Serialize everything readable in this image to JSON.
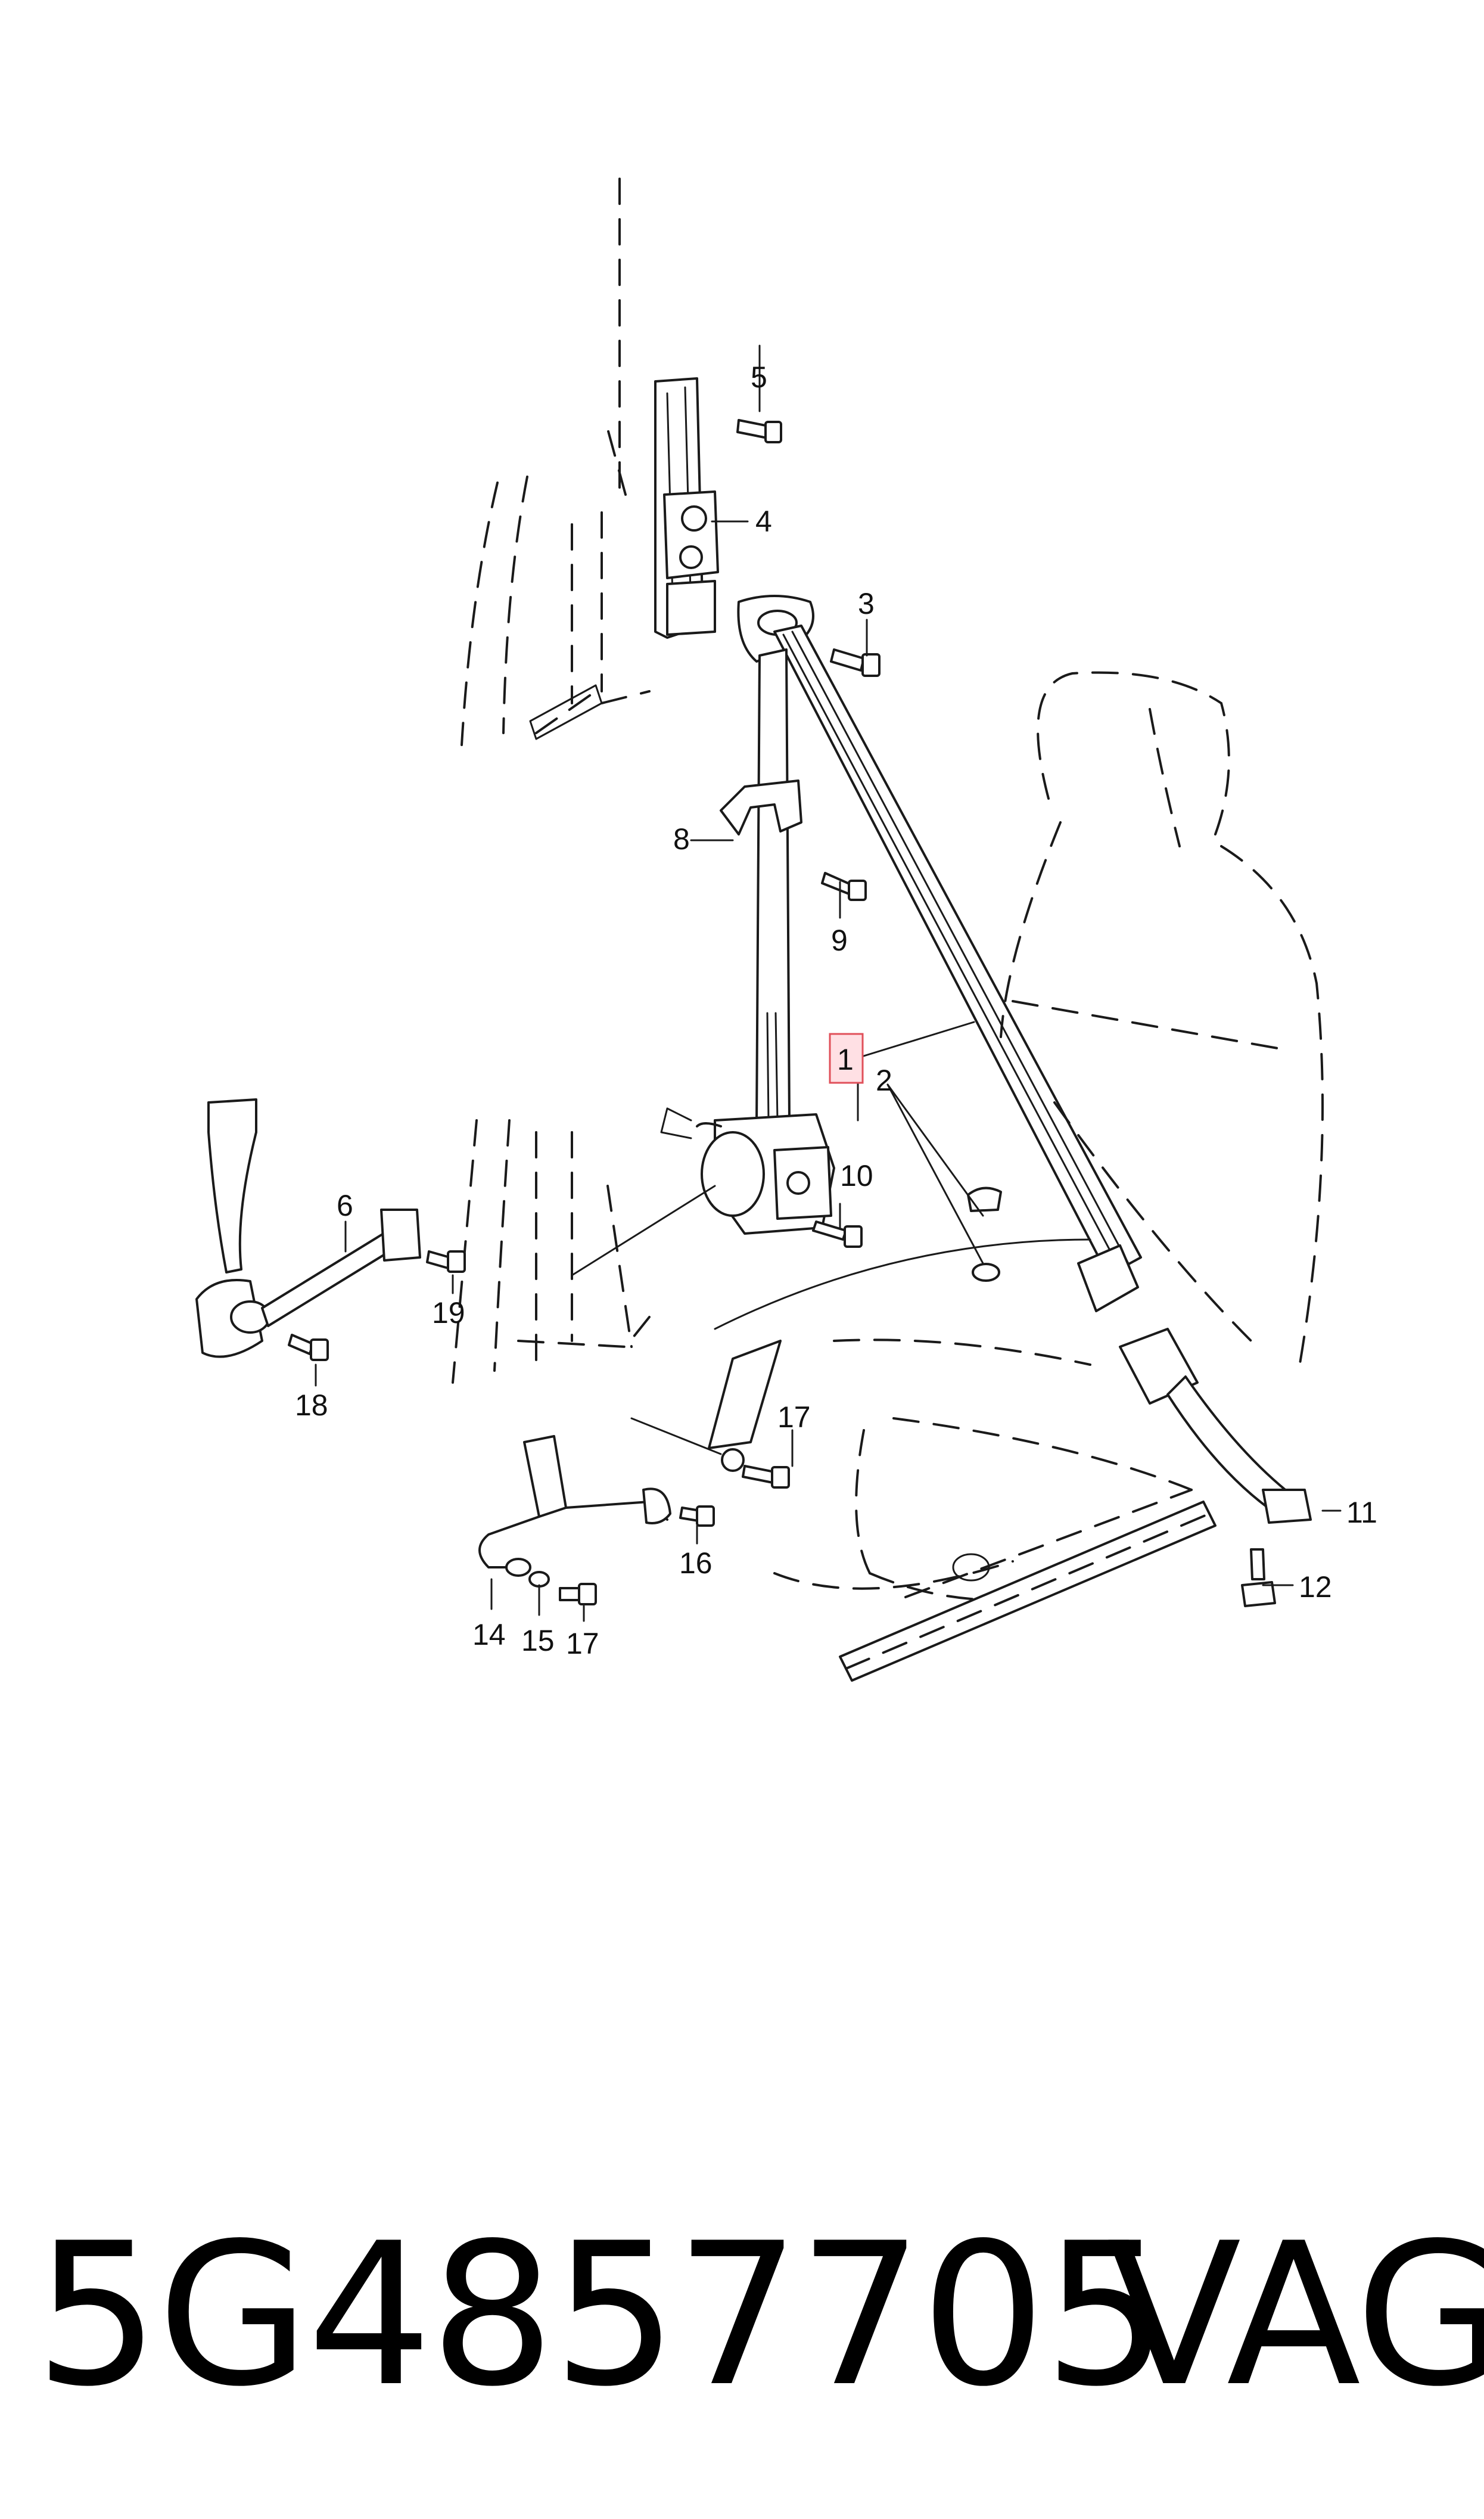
{
  "diagram": {
    "callouts": [
      {
        "id": "c1",
        "label": "1",
        "highlighted": true
      },
      {
        "id": "c2",
        "label": "2"
      },
      {
        "id": "c3",
        "label": "3"
      },
      {
        "id": "c4",
        "label": "4"
      },
      {
        "id": "c5",
        "label": "5"
      },
      {
        "id": "c6",
        "label": "6"
      },
      {
        "id": "c8",
        "label": "8"
      },
      {
        "id": "c9",
        "label": "9"
      },
      {
        "id": "c10",
        "label": "10"
      },
      {
        "id": "c11",
        "label": "11"
      },
      {
        "id": "c12",
        "label": "12"
      },
      {
        "id": "c14",
        "label": "14"
      },
      {
        "id": "c15",
        "label": "15"
      },
      {
        "id": "c16",
        "label": "16"
      },
      {
        "id": "c17a",
        "label": "17"
      },
      {
        "id": "c17b",
        "label": "17"
      },
      {
        "id": "c18",
        "label": "18"
      },
      {
        "id": "c19",
        "label": "19"
      }
    ],
    "highlight_color": "#e0505a"
  },
  "caption": {
    "part_number": "5G4857705",
    "brand": "VAG"
  }
}
